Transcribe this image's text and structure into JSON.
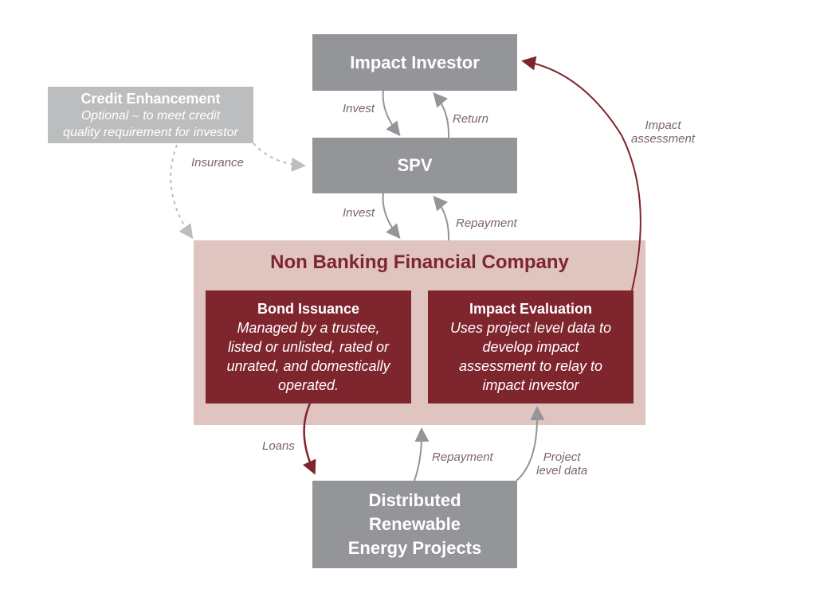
{
  "nodes": {
    "impact_investor": "Impact Investor",
    "spv": "SPV",
    "credit_enhancement": {
      "title": "Credit Enhancement",
      "subtitle_line1": "Optional – to meet credit",
      "subtitle_line2": "quality requirement for investor"
    },
    "nbfc": {
      "title": "Non Banking Financial Company",
      "bond_issuance": {
        "title": "Bond Issuance",
        "lines": [
          "Managed by a trustee,",
          "listed or unlisted, rated or",
          "unrated, and domestically",
          "operated."
        ]
      },
      "impact_evaluation": {
        "title": "Impact Evaluation",
        "lines": [
          "Uses project level data to",
          "develop impact",
          "assessment to relay to",
          "impact investor"
        ]
      }
    },
    "dre_projects": {
      "lines": [
        "Distributed",
        "Renewable",
        "Energy Projects"
      ]
    }
  },
  "edges": {
    "invest_investor_spv": "Invest",
    "return_spv_investor": "Return",
    "insurance": "Insurance",
    "invest_spv_nbfc": "Invest",
    "repayment_nbfc_spv": "Repayment",
    "impact_assessment_line1": "Impact",
    "impact_assessment_line2": "assessment",
    "loans": "Loans",
    "repayment_dre_nbfc": "Repayment",
    "project_data_line1": "Project",
    "project_data_line2": "level data"
  },
  "colors": {
    "gray_box": "#939598",
    "credit_box": "#bcbdbf",
    "nbfc_bg": "#dfc4c0",
    "maroon": "#7f252d",
    "label_text": "#7b6468",
    "gray_arrow": "#939598"
  }
}
